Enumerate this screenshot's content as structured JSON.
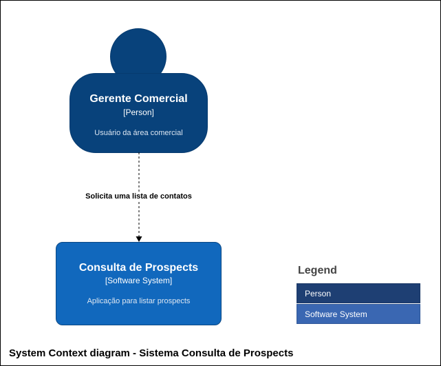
{
  "person": {
    "name": "Gerente Comercial",
    "type": "[Person]",
    "description": "Usuário da área comercial",
    "color": "#08427b"
  },
  "system": {
    "name": "Consulta de Prospects",
    "type": "[Software System]",
    "description": "Aplicação para listar prospects",
    "color": "#1168bd"
  },
  "relationship": {
    "label": "Solicita uma lista de contatos"
  },
  "legend": {
    "title": "Legend",
    "items": [
      {
        "label": "Person",
        "color": "#1e3f73"
      },
      {
        "label": "Software System",
        "color": "#3a67b2"
      }
    ]
  },
  "caption": "System Context diagram - Sistema Consulta de Prospects"
}
